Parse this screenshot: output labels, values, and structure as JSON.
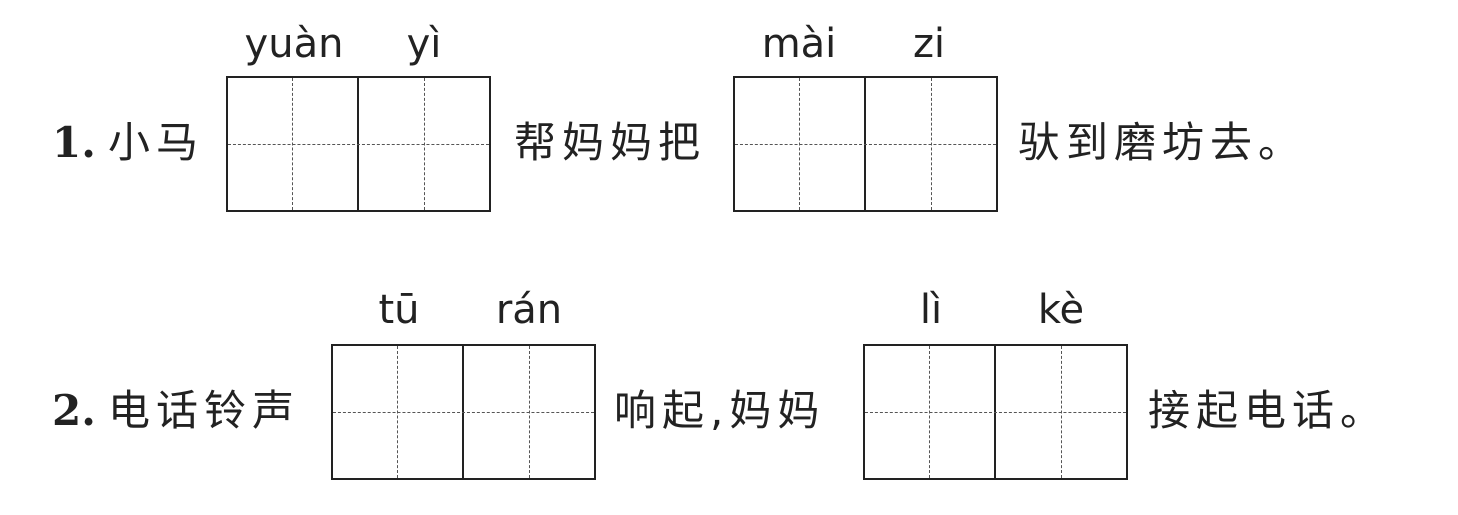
{
  "questions": [
    {
      "number": "1.",
      "text_before": "小马",
      "blank_1_pinyin": [
        "yuàn",
        "yì"
      ],
      "text_middle": "帮妈妈把",
      "blank_2_pinyin": [
        "mài",
        "zi"
      ],
      "text_after": "驮到磨坊去。"
    },
    {
      "number": "2.",
      "text_before": "电话铃声",
      "blank_1_pinyin": [
        "tū",
        "rán"
      ],
      "text_middle": "响起,妈妈",
      "blank_2_pinyin": [
        "lì",
        "kè"
      ],
      "text_after": "接起电话。"
    }
  ]
}
